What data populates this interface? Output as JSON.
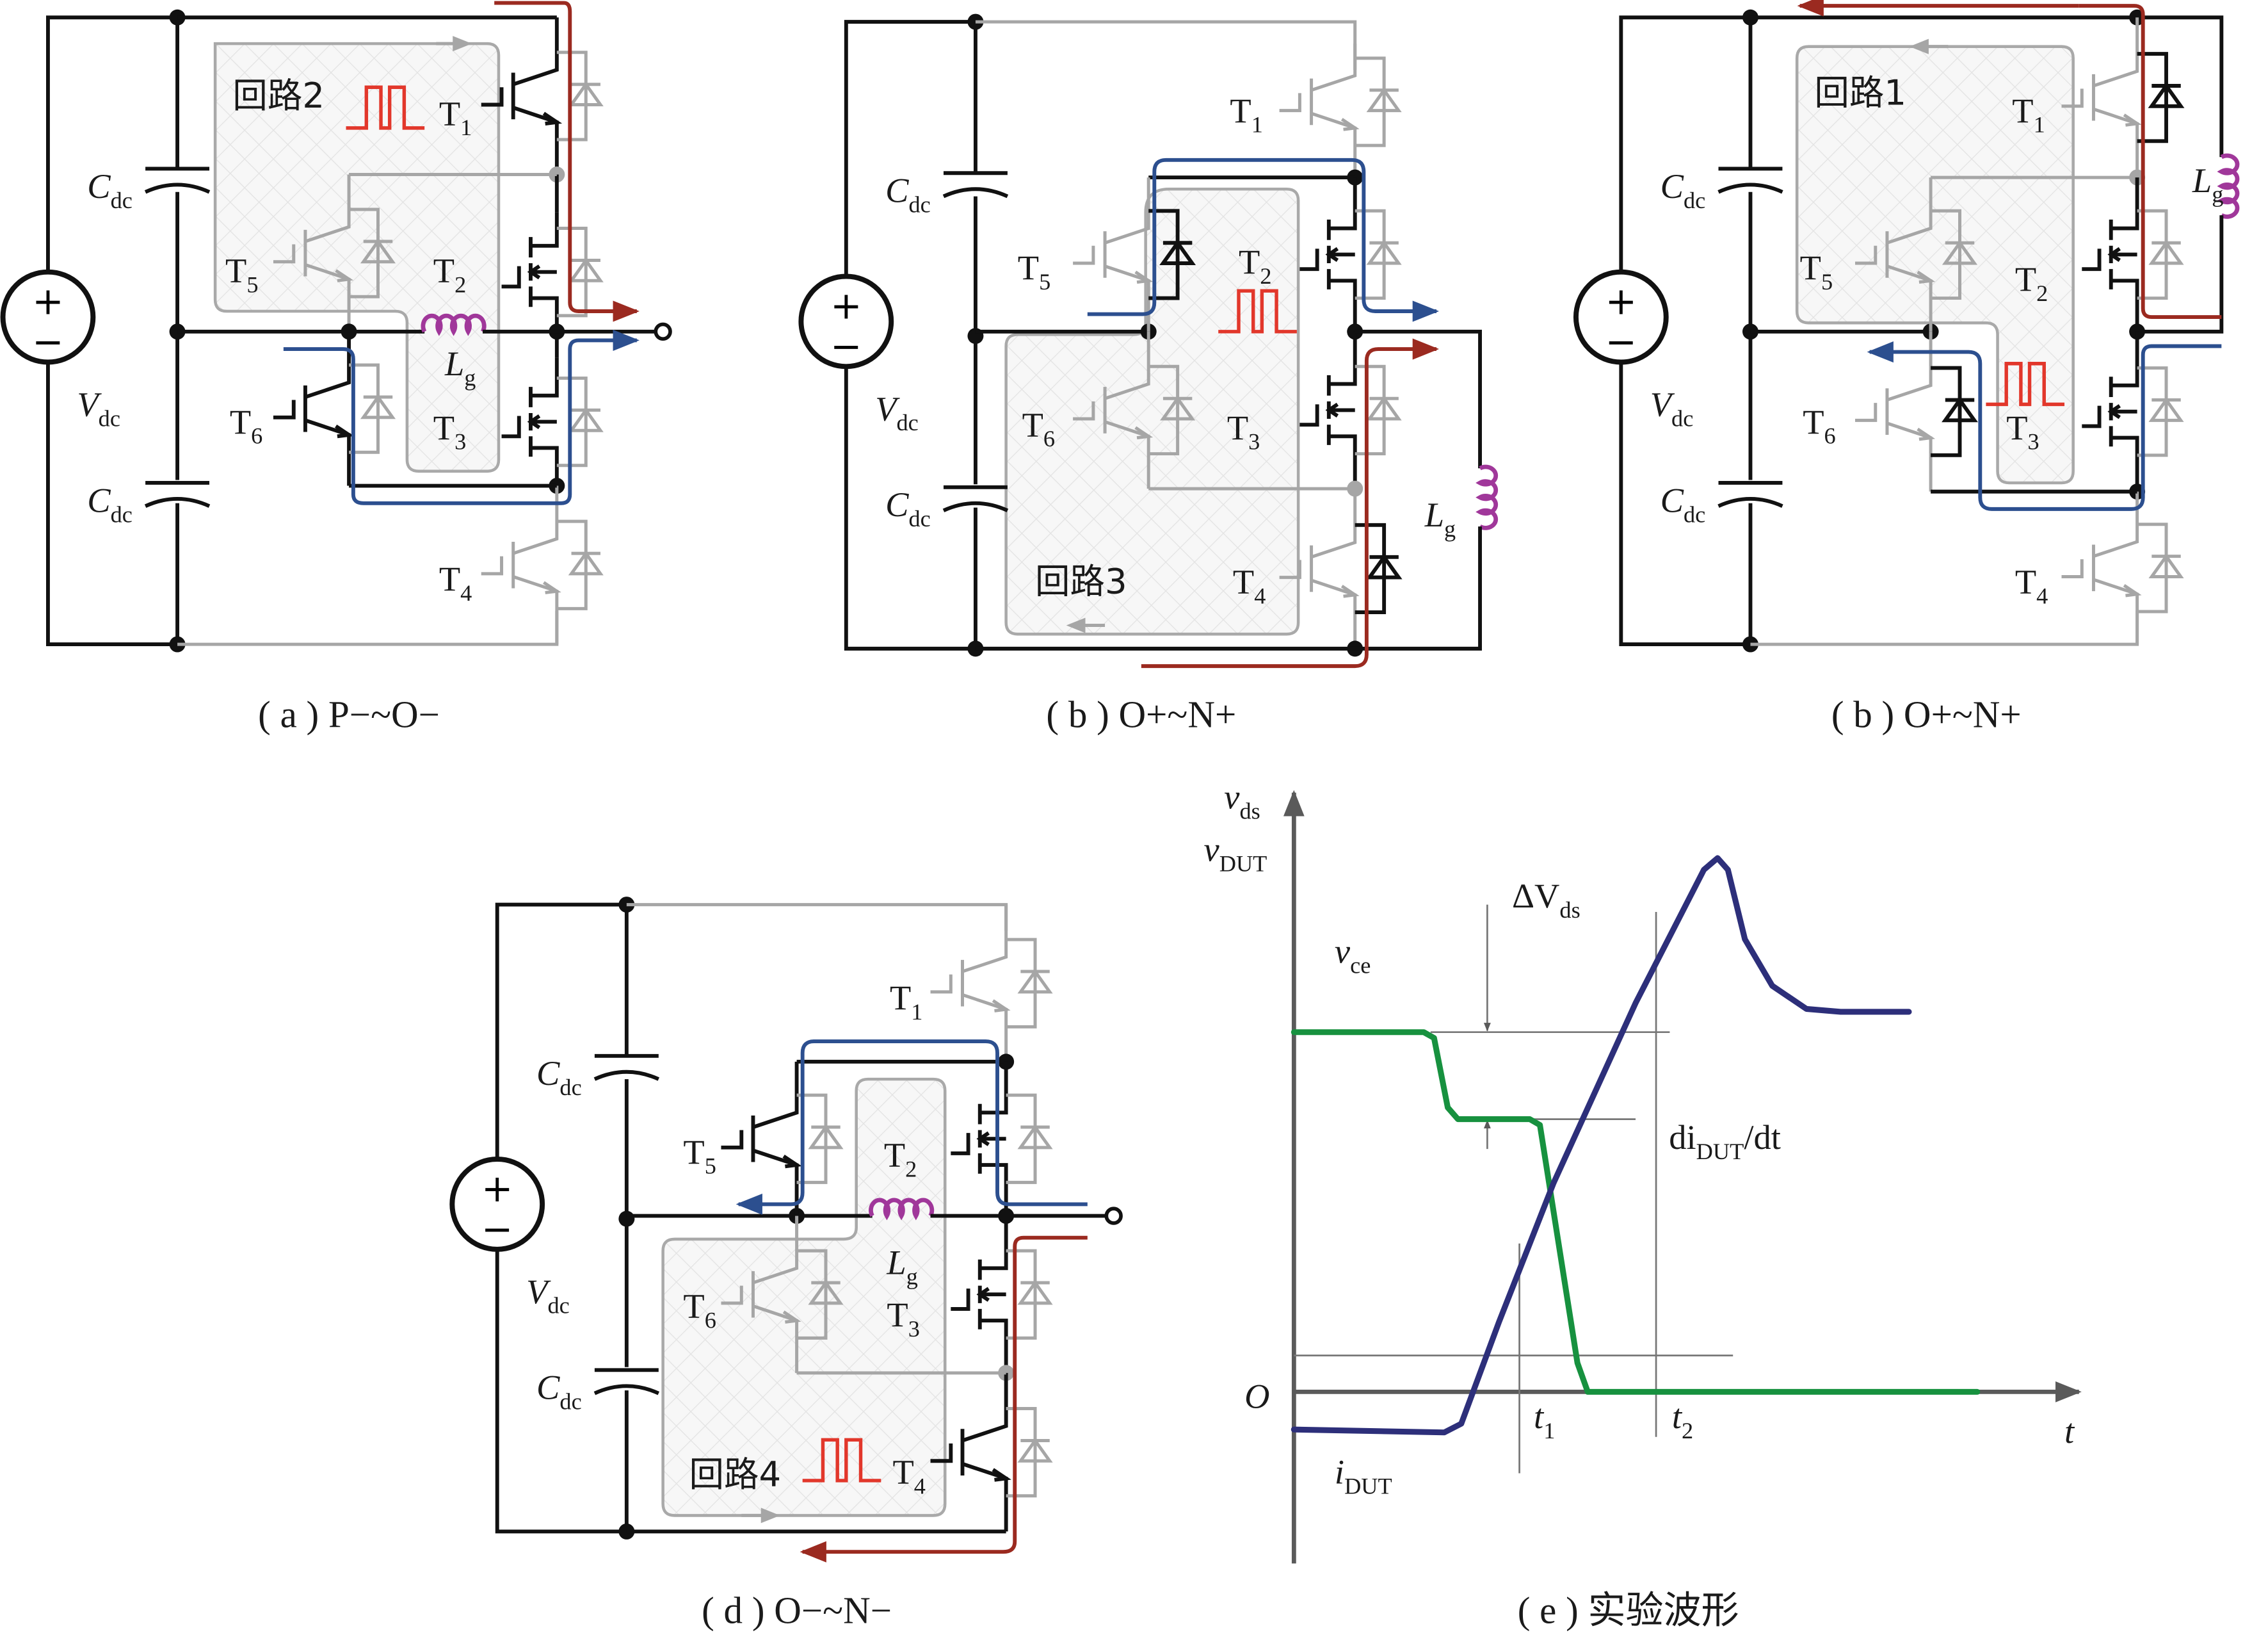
{
  "panels": [
    {
      "id": "a",
      "caption": "( a ) P−~O−",
      "loop_label": "回路2",
      "source_label": "V",
      "source_sub": "dc",
      "cap_label": "C",
      "cap_sub": "dc",
      "inductor_label": "L",
      "inductor_sub": "g",
      "switches": [
        "T1",
        "T2",
        "T3",
        "T4",
        "T5",
        "T6"
      ],
      "active_switches": [
        "T1",
        "T2",
        "T3",
        "T6"
      ],
      "pulse_on": "T1"
    },
    {
      "id": "b1",
      "caption": "( b ) O+~N+",
      "loop_label": "回路3",
      "source_label": "V",
      "source_sub": "dc",
      "cap_label": "C",
      "cap_sub": "dc",
      "inductor_label": "L",
      "inductor_sub": "g",
      "switches": [
        "T1",
        "T2",
        "T3",
        "T4",
        "T5",
        "T6"
      ],
      "active_switches": [
        "T2",
        "T3"
      ],
      "conducting_diodes": [
        "D5",
        "D4"
      ],
      "pulse_on": "T2"
    },
    {
      "id": "b2",
      "caption": "( b ) O+~N+",
      "loop_label": "回路1",
      "source_label": "V",
      "source_sub": "dc",
      "cap_label": "C",
      "cap_sub": "dc",
      "inductor_label": "L",
      "inductor_sub": "g",
      "switches": [
        "T1",
        "T2",
        "T3",
        "T4",
        "T5",
        "T6"
      ],
      "active_switches": [
        "T2",
        "T3"
      ],
      "conducting_diodes": [
        "D1",
        "D6"
      ],
      "pulse_on": "T3"
    },
    {
      "id": "d",
      "caption": "( d ) O−~N−",
      "loop_label": "回路4",
      "source_label": "V",
      "source_sub": "dc",
      "cap_label": "C",
      "cap_sub": "dc",
      "inductor_label": "L",
      "inductor_sub": "g",
      "switches": [
        "T1",
        "T2",
        "T3",
        "T4",
        "T5",
        "T6"
      ],
      "active_switches": [
        "T2",
        "T3",
        "T4",
        "T5"
      ],
      "pulse_on": "T4"
    }
  ],
  "labels": {
    "T": "T",
    "n1": "1",
    "n2": "2",
    "n3": "3",
    "n4": "4",
    "n5": "5",
    "n6": "6",
    "plus": "+",
    "minus": "−"
  },
  "colors": {
    "active": "#111111",
    "inactive": "#a6a6a6",
    "current_red": "#9b2a20",
    "current_blue": "#2c4f8f",
    "gate_pulse": "#e2372b",
    "inductor": "#a0379a",
    "vce_trace": "#17913f",
    "idut_trace": "#2d2f7a"
  },
  "chart_data": {
    "type": "line",
    "caption": "( e ) 实验波形",
    "title": "",
    "ylabel_line1": "v",
    "ylabel_line1_sub": "ds",
    "ylabel_line2": "v",
    "ylabel_line2_sub": "DUT",
    "xlabel": "t",
    "origin_label": "O",
    "grid": false,
    "xlim": [
      0,
      1
    ],
    "ylim": [
      -0.2,
      1.0
    ],
    "annotations": {
      "delta_v": "ΔV",
      "delta_v_sub": "ds",
      "didt": "di",
      "didt_sub": "DUT",
      "didt_tail": "/dt",
      "t1": "t",
      "t1_sub": "1",
      "t2": "t",
      "t2_sub": "2",
      "t1_x": 0.33,
      "t2_x": 0.53,
      "delta_top": 0.62,
      "delta_bottom": 0.47
    },
    "series": [
      {
        "name": "v_ce",
        "label": "v",
        "label_sub": "ce",
        "color": "#17913f",
        "points": [
          [
            0.0,
            0.62
          ],
          [
            0.19,
            0.62
          ],
          [
            0.205,
            0.61
          ],
          [
            0.225,
            0.49
          ],
          [
            0.24,
            0.47
          ],
          [
            0.345,
            0.47
          ],
          [
            0.36,
            0.46
          ],
          [
            0.415,
            0.05
          ],
          [
            0.43,
            0.0
          ],
          [
            1.0,
            0.0
          ]
        ]
      },
      {
        "name": "i_DUT",
        "label": "i",
        "label_sub": "DUT",
        "color": "#2d2f7a",
        "points": [
          [
            0.0,
            -0.065
          ],
          [
            0.22,
            -0.07
          ],
          [
            0.245,
            -0.055
          ],
          [
            0.3,
            0.12
          ],
          [
            0.38,
            0.36
          ],
          [
            0.5,
            0.67
          ],
          [
            0.6,
            0.9
          ],
          [
            0.62,
            0.92
          ],
          [
            0.635,
            0.9
          ],
          [
            0.66,
            0.78
          ],
          [
            0.7,
            0.7
          ],
          [
            0.75,
            0.66
          ],
          [
            0.8,
            0.655
          ],
          [
            0.9,
            0.655
          ]
        ]
      }
    ]
  }
}
